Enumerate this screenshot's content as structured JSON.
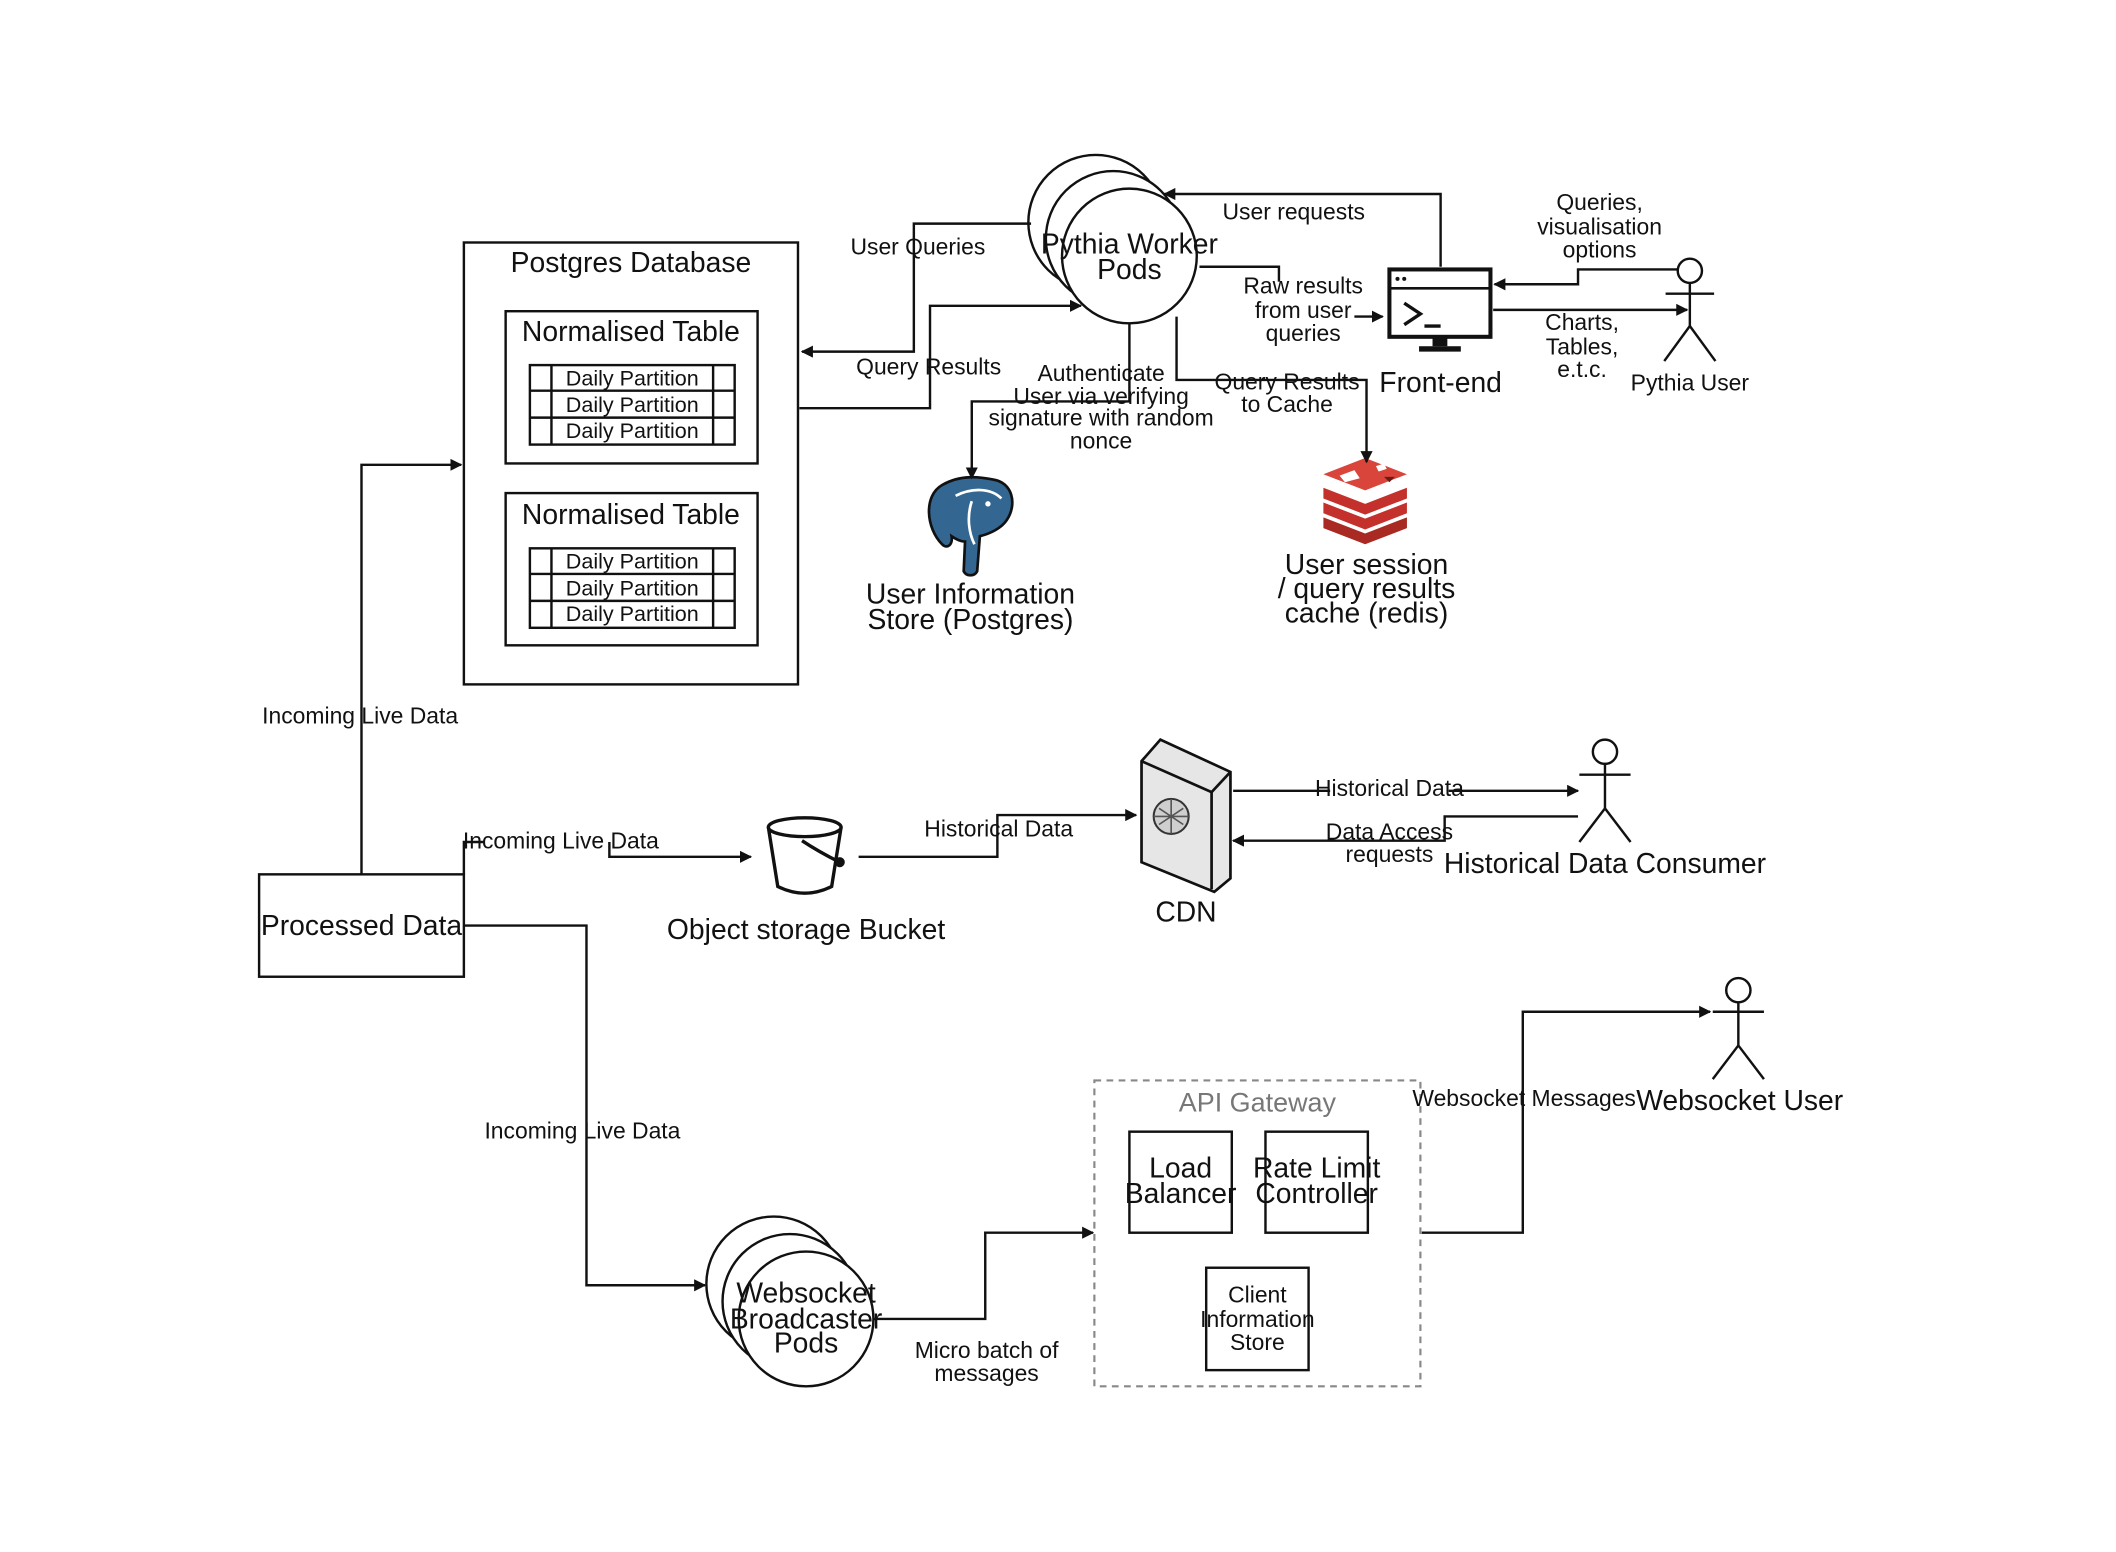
{
  "nodes": {
    "postgres_db": "Postgres Database",
    "norm_table_1": "Normalised Table",
    "norm_table_2": "Normalised Table",
    "partition": "Daily Partition",
    "pythia_pods": [
      "Pythia Worker",
      "Pods"
    ],
    "front_end": "Front-end",
    "pythia_user": "Pythia User",
    "user_info_store": [
      "User Information",
      "Store (Postgres)"
    ],
    "redis_cache": [
      "User session",
      "/ query results",
      "cache (redis)"
    ],
    "processed_data": "Processed Data",
    "object_storage": "Object storage Bucket",
    "cdn": "CDN",
    "historical_consumer": "Historical Data Consumer",
    "websocket_pods": [
      "Websocket",
      "Broadcaster",
      "Pods"
    ],
    "api_gateway": "API Gateway",
    "load_balancer": [
      "Load",
      "Balancer"
    ],
    "rate_limit": [
      "Rate Limit",
      "Controller"
    ],
    "client_info_store": [
      "Client",
      "Information",
      "Store"
    ],
    "websocket_user": "Websocket User"
  },
  "edges": {
    "user_queries": "User Queries",
    "query_results": "Query Results",
    "authenticate": [
      "Authenticate",
      "User via verifying",
      "signature with random",
      "nonce"
    ],
    "query_results_cache": [
      "Query Results",
      "to Cache"
    ],
    "user_requests": "User requests",
    "raw_results": [
      "Raw results",
      "from user",
      "queries"
    ],
    "queries_options": [
      "Queries,",
      "visualisation",
      "options"
    ],
    "charts_tables": [
      "Charts,",
      "Tables,",
      "e.t.c."
    ],
    "incoming_live_1": "Incoming Live Data",
    "incoming_live_2": "Incoming Live Data",
    "incoming_live_3": "Incoming Live Data",
    "historical_data_1": "Historical Data",
    "historical_data_2": "Historical Data",
    "data_access": [
      "Data Access",
      "requests"
    ],
    "micro_batch": [
      "Micro batch of",
      "messages"
    ],
    "websocket_messages": "Websocket Messages"
  },
  "colors": {
    "redis": "#c4302b",
    "postgres": "#336791",
    "gateway_border": "#888888"
  },
  "icons": [
    "terminal-monitor-icon",
    "postgres-elephant-icon",
    "redis-icon",
    "bucket-icon",
    "cdn-server-icon",
    "actor-icon"
  ]
}
